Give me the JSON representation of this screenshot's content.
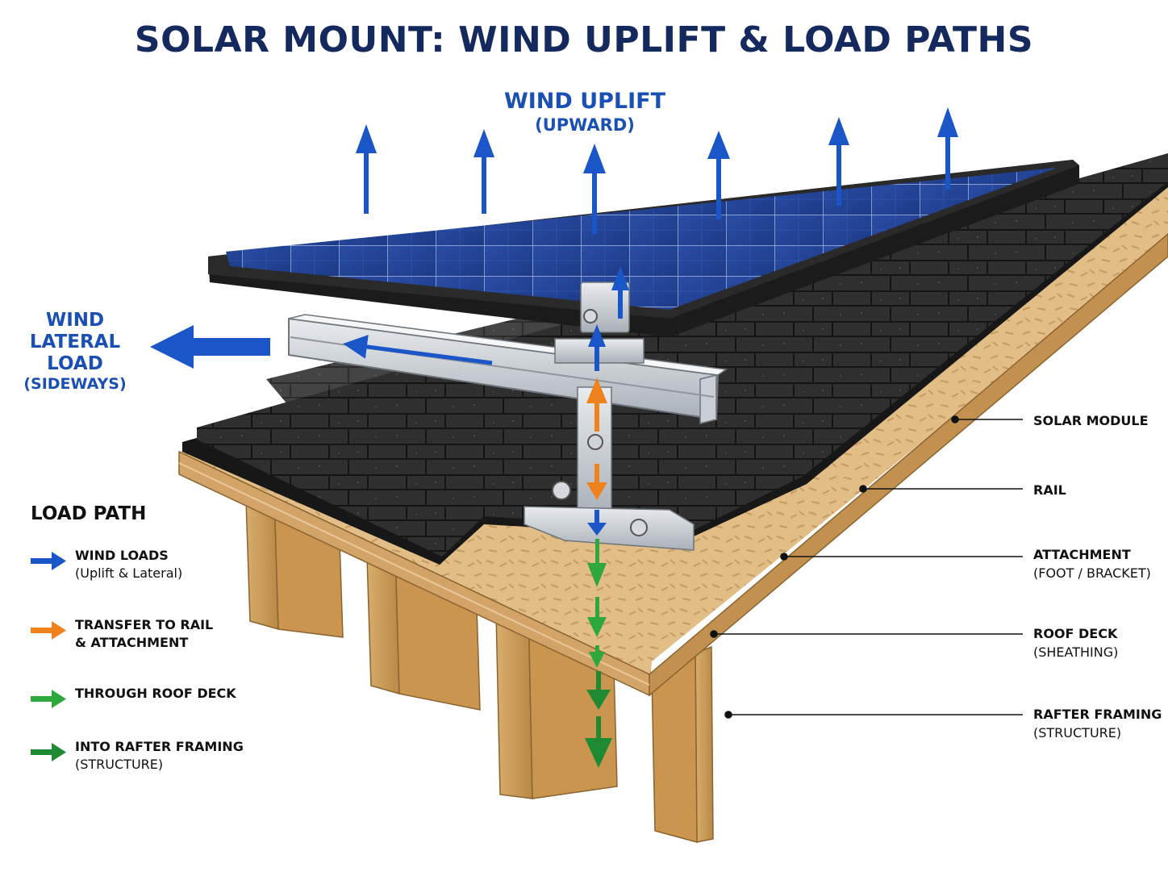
{
  "title": "SOLAR MOUNT: WIND UPLIFT & LOAD PATHS",
  "uplift": {
    "line1": "WIND UPLIFT",
    "line2": "(UPWARD)"
  },
  "lateral": {
    "line1": "WIND",
    "line2": "LATERAL LOAD",
    "line3": "(SIDEWAYS)"
  },
  "legend": {
    "title": "LOAD PATH",
    "items": [
      {
        "main": "WIND LOADS",
        "sub": "(Uplift & Lateral)",
        "color": "#1a56c8"
      },
      {
        "main": "TRANSFER TO RAIL",
        "sub": "& ATTACHMENT",
        "color": "#f0821e"
      },
      {
        "main": "THROUGH ROOF DECK",
        "sub": "",
        "color": "#2ea83c"
      },
      {
        "main": "INTO RAFTER FRAMING",
        "sub": "(STRUCTURE)",
        "color": "#1e8a34"
      }
    ]
  },
  "callouts": [
    {
      "main": "SOLAR MODULE",
      "sub": ""
    },
    {
      "main": "RAIL",
      "sub": ""
    },
    {
      "main": "ATTACHMENT",
      "sub": "(FOOT / BRACKET)"
    },
    {
      "main": "ROOF DECK",
      "sub": "(SHEATHING)"
    },
    {
      "main": "RAFTER FRAMING",
      "sub": "(STRUCTURE)"
    }
  ],
  "colors": {
    "title": "#14295e",
    "wind": "#1a56c8",
    "transfer": "#f0821e",
    "deck": "#2ea83c",
    "rafter": "#1e8a34",
    "panel": "#24469a",
    "shingle": "#2b2b2b",
    "wood": "#d9b27a"
  }
}
